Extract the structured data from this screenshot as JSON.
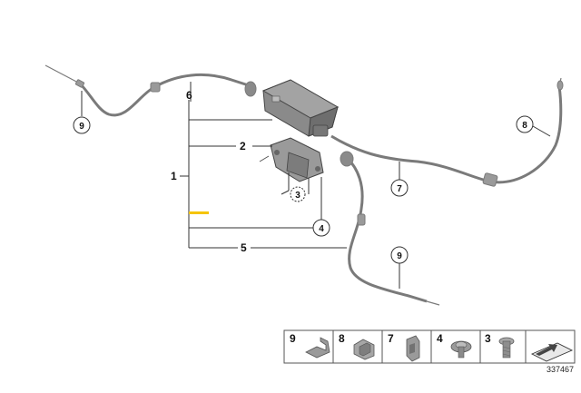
{
  "labels": {
    "one": "1",
    "two": "2",
    "five": "5",
    "six": "6"
  },
  "callouts": {
    "nine_left": "9",
    "three": "3",
    "four": "4",
    "seven": "7",
    "eight": "8",
    "nine_right": "9"
  },
  "parts_strip": {
    "items": [
      {
        "number": "9",
        "icon": "clip-icon"
      },
      {
        "number": "8",
        "icon": "cable-holder-icon"
      },
      {
        "number": "7",
        "icon": "bracket-clip-icon"
      },
      {
        "number": "4",
        "icon": "nut-icon"
      },
      {
        "number": "3",
        "icon": "bolt-icon"
      }
    ],
    "last_icon": "arrow-plate-icon"
  },
  "catalog_number": "337467",
  "colors": {
    "accent": "#f5c400",
    "cable": "#7a7a7a",
    "line": "#333333",
    "part_body": "#8a8a8a"
  }
}
